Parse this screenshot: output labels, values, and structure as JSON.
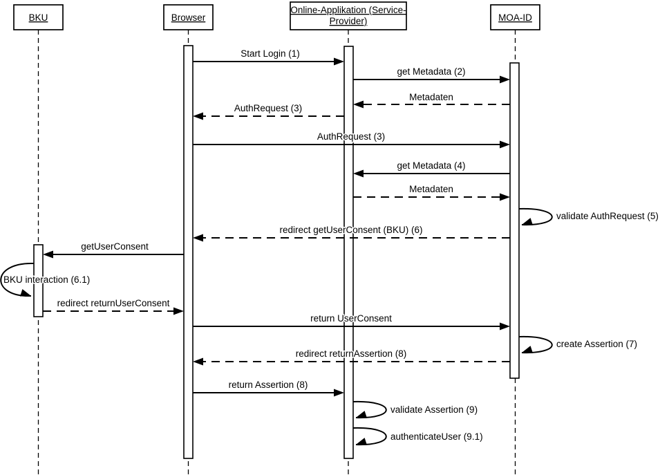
{
  "diagram": {
    "type": "uml-sequence-diagram",
    "colors": {
      "stroke": "#000000",
      "fill": "#ffffff",
      "text": "#000000"
    },
    "participants": [
      {
        "id": "bku",
        "label": "BKU",
        "lines": [
          "BKU"
        ]
      },
      {
        "id": "browser",
        "label": "Browser",
        "lines": [
          "Browser"
        ]
      },
      {
        "id": "online-app",
        "label": "Online-Applikation (Service-Provider)",
        "lines": [
          "Online-Applikation (Service-",
          "Provider)"
        ]
      },
      {
        "id": "moa-id",
        "label": "MOA-ID",
        "lines": [
          "MOA-ID"
        ]
      }
    ],
    "messages": [
      {
        "id": "start-login-1",
        "label": "Start Login (1)",
        "from": "browser",
        "to": "online-app",
        "style": "solid",
        "kind": "message"
      },
      {
        "id": "get-metadata-2",
        "label": "get Metadata (2)",
        "from": "online-app",
        "to": "moa-id",
        "style": "solid",
        "kind": "message"
      },
      {
        "id": "metadaten-return-1",
        "label": "Metadaten",
        "from": "moa-id",
        "to": "online-app",
        "style": "dashed",
        "kind": "message"
      },
      {
        "id": "authrequest-3-return",
        "label": "AuthRequest (3)",
        "from": "online-app",
        "to": "browser",
        "style": "dashed",
        "kind": "message"
      },
      {
        "id": "authrequest-3",
        "label": "AuthRequest (3)",
        "from": "browser",
        "to": "moa-id",
        "style": "solid",
        "kind": "message"
      },
      {
        "id": "get-metadata-4",
        "label": "get Metadata (4)",
        "from": "moa-id",
        "to": "online-app",
        "style": "solid",
        "kind": "message"
      },
      {
        "id": "metadaten-return-2",
        "label": "Metadaten",
        "from": "online-app",
        "to": "moa-id",
        "style": "dashed",
        "kind": "message"
      },
      {
        "id": "validate-authrequest-5",
        "label": "validate AuthRequest (5)",
        "from": "moa-id",
        "to": "moa-id",
        "style": "solid",
        "kind": "self"
      },
      {
        "id": "redirect-getuserconsent-6",
        "label": "redirect getUserConsent (BKU) (6)",
        "from": "moa-id",
        "to": "browser",
        "style": "dashed",
        "kind": "message"
      },
      {
        "id": "getuserconsent",
        "label": "getUserConsent",
        "from": "browser",
        "to": "bku",
        "style": "solid",
        "kind": "message"
      },
      {
        "id": "bku-interaction-6-1",
        "label": "BKU interaction (6.1)",
        "from": "bku",
        "to": "bku",
        "style": "solid",
        "kind": "self"
      },
      {
        "id": "redirect-returnuserconsent",
        "label": "redirect returnUserConsent",
        "from": "bku",
        "to": "browser",
        "style": "dashed",
        "kind": "message"
      },
      {
        "id": "return-userconsent",
        "label": "return UserConsent",
        "from": "browser",
        "to": "moa-id",
        "style": "solid",
        "kind": "message"
      },
      {
        "id": "create-assertion-7",
        "label": "create Assertion (7)",
        "from": "moa-id",
        "to": "moa-id",
        "style": "solid",
        "kind": "self"
      },
      {
        "id": "redirect-returnassertion-8",
        "label": "redirect returnAssertion (8)",
        "from": "moa-id",
        "to": "browser",
        "style": "dashed",
        "kind": "message"
      },
      {
        "id": "return-assertion-8",
        "label": "return Assertion (8)",
        "from": "browser",
        "to": "online-app",
        "style": "solid",
        "kind": "message"
      },
      {
        "id": "validate-assertion-9",
        "label": "validate Assertion (9)",
        "from": "online-app",
        "to": "online-app",
        "style": "solid",
        "kind": "self"
      },
      {
        "id": "authenticateuser-9-1",
        "label": "authenticateUser (9.1)",
        "from": "online-app",
        "to": "online-app",
        "style": "solid",
        "kind": "self"
      }
    ]
  }
}
